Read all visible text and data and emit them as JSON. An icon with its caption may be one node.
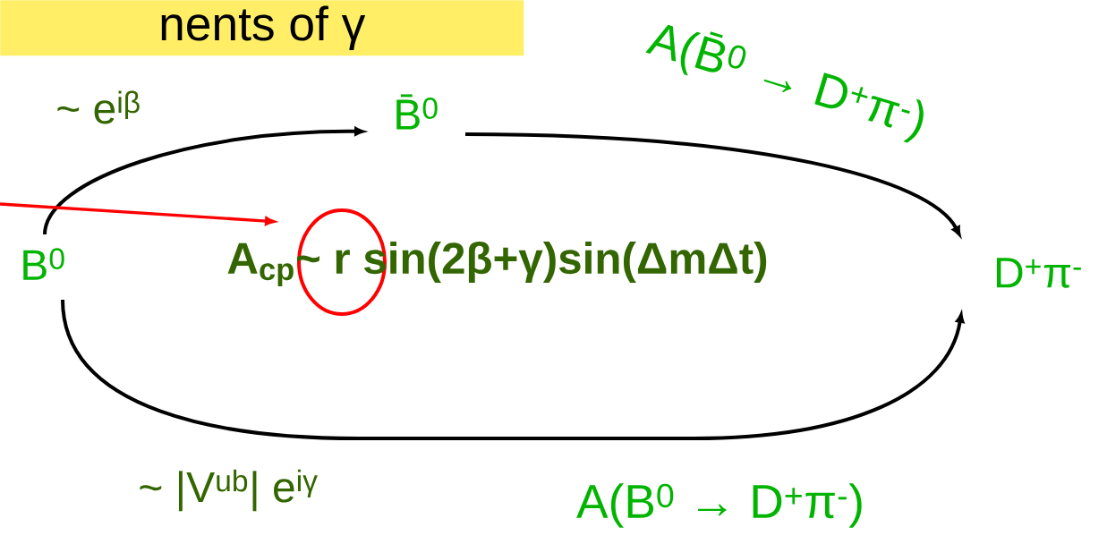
{
  "diagram": {
    "title": "nents of γ",
    "nodes": [
      {
        "text": [
          "B$^{0}$"
        ]
      },
      {
        "text": [
          "B̄$^{0}$"
        ]
      },
      {
        "text": [
          "D$^{+}$π$^{-}$"
        ]
      },
      {
        "text": [],
        "shape": "circle"
      }
    ],
    "edges": [
      {
        "from": 0,
        "to": 1,
        "arrow": "to",
        "label": "~ e$^{iβ}$"
      },
      {
        "from": 1,
        "to": 2,
        "arrow": "to",
        "label": "A(B̄$^{0}$ → D$^{+}$π$^{-}$)"
      },
      {
        "from": 0,
        "to": 2,
        "arrow": "to",
        "label": "~ |V$^{ub}$| e$^{iγ}$"
      },
      {
        "from": null,
        "to": 3,
        "arrow": "to",
        "color": "#ff0000"
      }
    ],
    "labels": [
      "A$_{cp}$~ r sin(2β+γ)sin(ΔmΔt)",
      "A(B$^{0}$ → D$^{+}$π$^{-}$)"
    ]
  }
}
